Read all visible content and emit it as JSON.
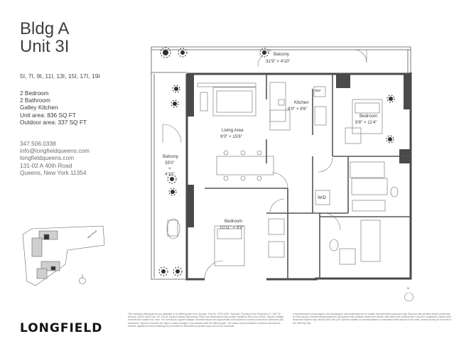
{
  "header": {
    "line1": "Bldg A",
    "line2": "Unit 3I"
  },
  "units_list": "5I, 7I, 9I, 11I, 13I, 15I, 17I, 19I",
  "details": [
    "2 Bedroom",
    "2 Bathroom",
    "Galley Kitchen",
    "Unit area: 836 SQ FT",
    "Outdoor area: 337 SQ FT"
  ],
  "contact": [
    "347.506.0338",
    "info@longfieldqueens.com",
    "longfieldqueens.com",
    "131-02 A 40th Road",
    "Queens, New York 11354"
  ],
  "rooms": {
    "balcony_top_name": "Balcony",
    "balcony_top_dims": "31'9\" × 4'10\"",
    "kitchen_name": "Kitchen",
    "kitchen_dims": "8'0\" × 8'6\"",
    "ref": "REF",
    "bedroom1_name": "Bedroom",
    "bedroom1_dims": "9'8\" × 11'4\"",
    "living_name": "Living Area",
    "living_dims": "9'0\" × 15'6\"",
    "balcony_side_name": "Balcony",
    "balcony_side_w": "35'0\"",
    "balcony_side_x": "×",
    "balcony_side_h": "4'10\"",
    "wd": "W/D",
    "bedroom2_name": "Bedroom",
    "bedroom2_dims": "10'11\" × 9'9\""
  },
  "keyplan_street": "40th Road",
  "north_label": "N",
  "brand": "LONGFIELD",
  "disclaimer_left": "The complete offering terms are available in an offering plan from Sponsor. File No. CP22-0057. Sponsor: Flushing Point Property LLC, 453 7th Avenue, #1502, New York, NY 10018. Equal Housing Opportunity. Plans and dimensions may contain variations from floor to floor. Square footage exceeds the usable floor area. The unit layout, square footage, and dimensions are approximate and subject to normal construction variances and tolerances. Sponsor reserves the right to make changes in accordance with the offering plan. The artist's representations of interior decorations, finishes, appliances and furnishings are provided for illustrative purposes only, and do not constitute",
  "disclaimer_right": "a representation of any aspect. All photographs and renderings are for artistic representation purposes only. Sponsor has provided these renderings for the purpose of presenting prospective purchasers with possible views from certain units within the building when they are completed. Kitchen and bathroom finishes may vary by floor and unit. Sponsor makes no representations or warranties with respect to the units, except as may be set forth in the Offering Plan.",
  "colors": {
    "wall": "#4a4a4a",
    "line": "#555555",
    "plant": "#2f2f2f"
  }
}
